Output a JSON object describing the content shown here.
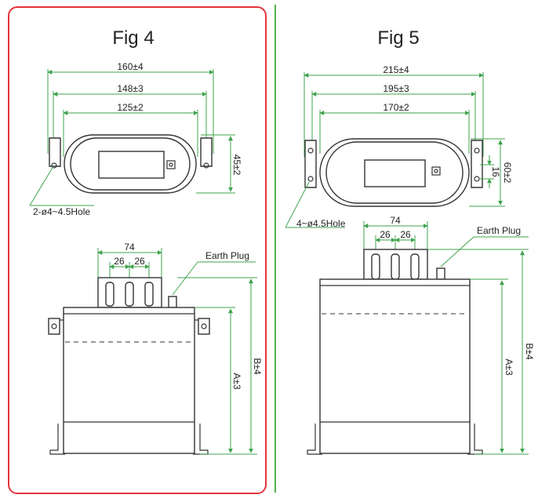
{
  "figures": [
    {
      "title": "Fig 4",
      "top_dims": [
        "160±4",
        "148±3",
        "125±2"
      ],
      "height_dim": "45±2",
      "hole_label": "2-ø4~4.5Hole",
      "terminal_dims": {
        "total": "74",
        "pitch_a": "26",
        "pitch_b": "26"
      },
      "earth_label": "Earth Plug",
      "dim_a": "A±3",
      "dim_b": "B±4"
    },
    {
      "title": "Fig 5",
      "top_dims": [
        "215±4",
        "195±3",
        "170±2"
      ],
      "height_dim": "60±2",
      "slot_dim": "16",
      "hole_label": "4~ø4.5Hole",
      "terminal_dims": {
        "total": "74",
        "pitch_a": "26",
        "pitch_b": "26"
      },
      "earth_label": "Earth Plug",
      "dim_a": "A±3",
      "dim_b": "B±4"
    }
  ],
  "colors": {
    "frame": "#e3343a",
    "dimension": "#3fa34d",
    "outline": "#333333"
  }
}
